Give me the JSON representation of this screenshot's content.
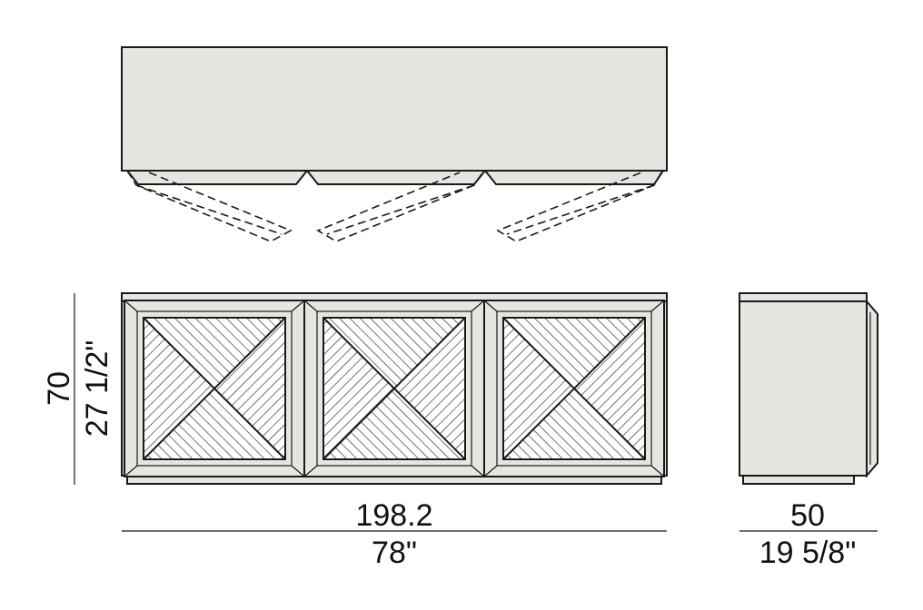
{
  "dimensions": {
    "width_cm": "198.2",
    "width_in": "78\"",
    "height_cm": "70",
    "height_in": "27 1/2\"",
    "depth_cm": "50",
    "depth_in": "19 5/8\""
  },
  "colors": {
    "line": "#1a1a1a",
    "body_fill": "#e6e6e1",
    "panel_fill": "#ffffff",
    "background": "#ffffff"
  }
}
